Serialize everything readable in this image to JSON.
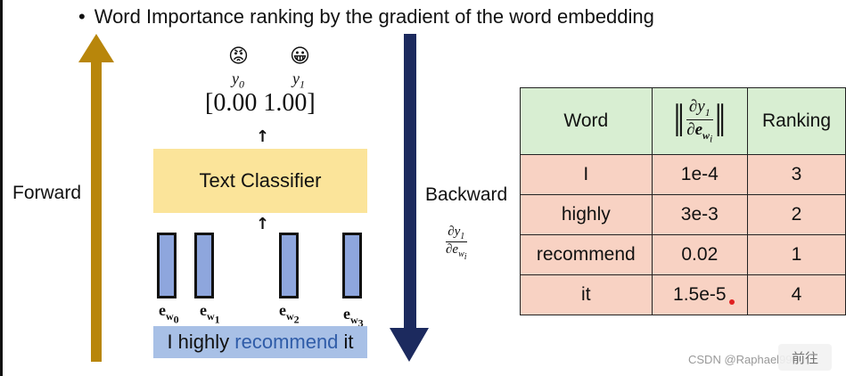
{
  "title": {
    "bullet": "•",
    "text": "Word Importance ranking by the gradient of the word embedding"
  },
  "outputs": {
    "y0": {
      "icon": "angry-face-icon",
      "glyph": "😡",
      "var": "y",
      "sub": "0"
    },
    "y1": {
      "icon": "grinning-face-icon",
      "glyph": "😀",
      "var": "y",
      "sub": "1"
    },
    "probs": "[0.00 1.00]"
  },
  "classifier": {
    "label": "Text Classifier"
  },
  "arrow_glyph": "↑",
  "embeddings": [
    {
      "base": "e",
      "w": "w",
      "sub": "0"
    },
    {
      "base": "e",
      "w": "w",
      "sub": "1"
    },
    {
      "base": "e",
      "w": "w",
      "sub": "2"
    },
    {
      "base": "e",
      "w": "w",
      "sub": "3"
    }
  ],
  "sentence": {
    "w1": "I highly ",
    "w2": "recommend",
    "w3": " it"
  },
  "forward_label": "Forward",
  "backward_label": "Backward",
  "grad_fraction": {
    "num": "∂y",
    "num_sub": "1",
    "den": "∂e",
    "den_sub": "w",
    "den_sub2": "i"
  },
  "table": {
    "headers": {
      "word": "Word",
      "grad_num": "∂y",
      "grad_num_sub": "1",
      "grad_den": "∂e",
      "grad_den_sub": "w",
      "grad_den_sub2": "i",
      "bars": "‖",
      "ranking": "Ranking"
    },
    "rows": [
      {
        "word": "I",
        "grad": "1e-4",
        "rank": "3"
      },
      {
        "word": "highly",
        "grad": "3e-3",
        "rank": "2"
      },
      {
        "word": "recommend",
        "grad": "0.02",
        "rank": "1"
      },
      {
        "word": "it",
        "grad": "1.5e-5",
        "rank": "4"
      }
    ]
  },
  "colors": {
    "forward": "#b8860b",
    "backward": "#1c2a5e",
    "classifier": "#fbe49a",
    "embedding": "#8ea6dd",
    "header_bg": "#d8eed2",
    "cell_bg": "#f8d2c3"
  },
  "watermark": "CSDN @Raphael9900",
  "next_button": "前往"
}
